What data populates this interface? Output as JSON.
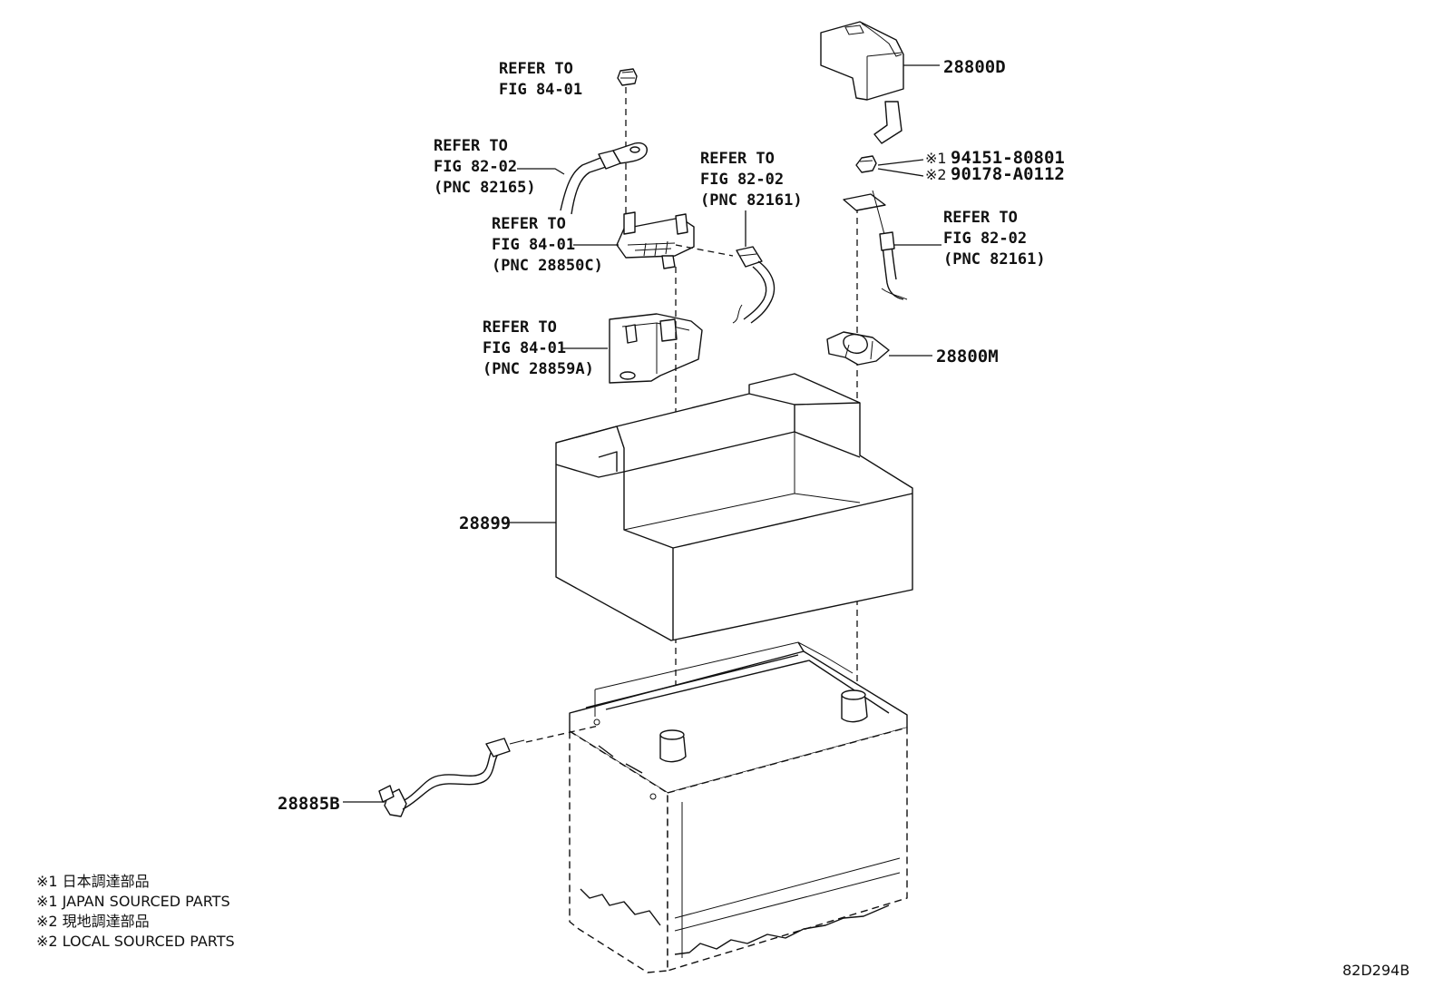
{
  "refer_labels": {
    "nut_top": {
      "line1": "REFER TO",
      "line2": "FIG 84-01"
    },
    "cable_82165": {
      "line1": "REFER TO",
      "line2": "FIG 82-02",
      "line3": "(PNC 82165)"
    },
    "cable_82161_left": {
      "line1": "REFER TO",
      "line2": "FIG 82-02",
      "line3": "(PNC 82161)"
    },
    "terminal_28850c": {
      "line1": "REFER TO",
      "line2": "FIG 84-01",
      "line3": "(PNC 28850C)"
    },
    "cover_28859a": {
      "line1": "REFER TO",
      "line2": "FIG 84-01",
      "line3": "(PNC 28859A)"
    },
    "cable_82161_right": {
      "line1": "REFER TO",
      "line2": "FIG 82-02",
      "line3": "(PNC 82161)"
    }
  },
  "part_numbers": {
    "cover": "28800D",
    "clamp": "28800M",
    "insulator": "28899",
    "sensor": "28885B"
  },
  "nut_options": [
    {
      "mark": "※1",
      "part": "94151-80801"
    },
    {
      "mark": "※2",
      "part": "90178-A0112"
    }
  ],
  "notes": [
    "※1 日本調達部品",
    "※1 JAPAN SOURCED PARTS",
    "※2 現地調達部品",
    "※2 LOCAL SOURCED PARTS"
  ],
  "figure_code": "82D294B"
}
